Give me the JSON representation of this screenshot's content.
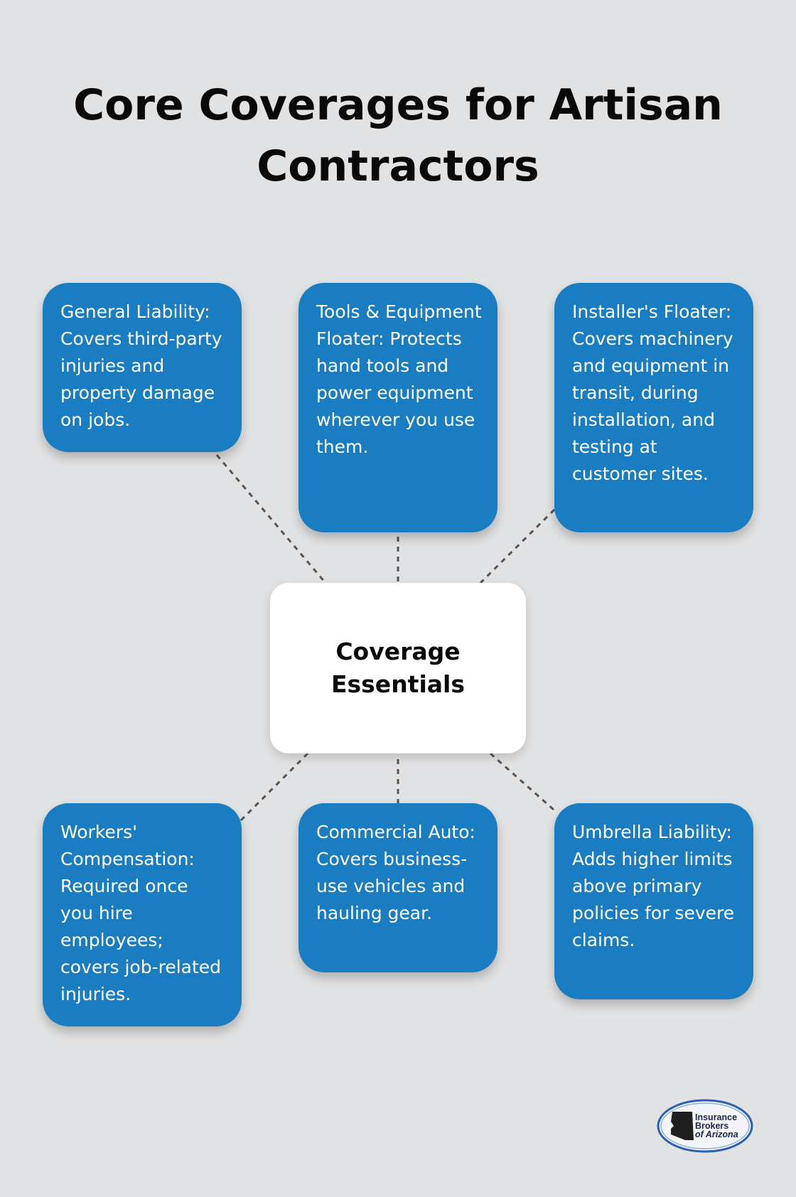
{
  "title": "Core Coverages for Artisan Contractors",
  "center": {
    "label": "Coverage Essentials"
  },
  "cards": {
    "general_liability": "General Liability: Covers third-party injuries and property damage on jobs.",
    "tools_equipment": "Tools & Equipment Floater: Protects hand tools and power equipment wherever you use them.",
    "installers_floater": "Installer's Floater: Covers machinery and equipment in transit, during installation, and testing at customer sites.",
    "workers_comp": "Workers' Compensation: Required once you hire employees; covers job-related injuries.",
    "commercial_auto": "Commercial Auto: Covers business-use vehicles and hauling gear.",
    "umbrella": "Umbrella Liability: Adds higher limits above primary policies for severe claims."
  },
  "logo": {
    "line1": "Insurance",
    "line2": "Brokers",
    "line3": "of Arizona"
  },
  "colors": {
    "background": "#e1e2e3",
    "card": "#1a7cc1",
    "center_card": "#ffffff",
    "connector": "#555555"
  }
}
